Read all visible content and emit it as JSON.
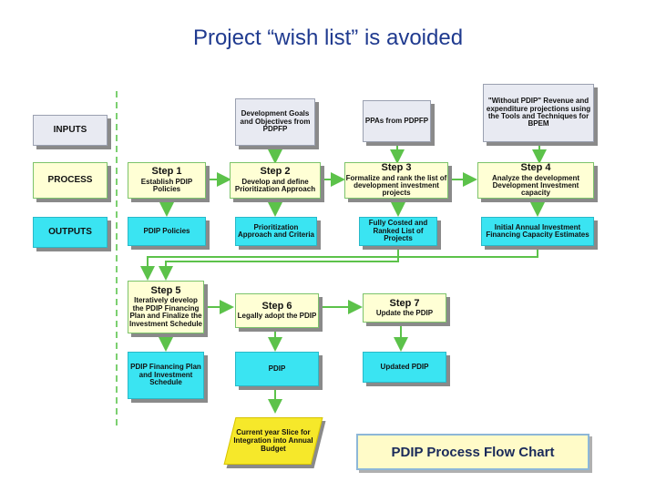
{
  "title": "Project “wish list” is avoided",
  "rows": {
    "inputs": "INPUTS",
    "process": "PROCESS",
    "outputs": "OUTPUTS"
  },
  "inputs": {
    "development_goals": "Development Goals and Objectives from PDPFP",
    "ppas": "PPAs from PDPFP",
    "without_pdip": "\"Without PDIP\" Revenue and expenditure projections using the Tools and Techniques for BPEM"
  },
  "steps": {
    "step1": {
      "title": "Step 1",
      "text": "Establish PDIP Policies"
    },
    "step2": {
      "title": "Step 2",
      "text": "Develop and define Prioritization Approach"
    },
    "step3": {
      "title": "Step 3",
      "text": "Formalize and rank the list of development investment projects"
    },
    "step4": {
      "title": "Step 4",
      "text": "Analyze the development Development Investment capacity"
    },
    "step5": {
      "title": "Step 5",
      "text": "Iteratively develop the PDIP Financing Plan and Finalize the Investment Schedule"
    },
    "step6": {
      "title": "Step 6",
      "text": "Legally adopt the PDIP"
    },
    "step7": {
      "title": "Step 7",
      "text": "Update the PDIP"
    }
  },
  "outputs": {
    "pdip_policies": "PDIP Policies",
    "prioritization": "Prioritization Approach and Criteria",
    "costed": "Fully Costed and Ranked List of Projects",
    "initial_investment": "Initial Annual Investment Financing Capacity Estimates",
    "financing_plan": "PDIP Financing Plan and Investment Schedule",
    "pdip": "PDIP",
    "updated": "Updated PDIP"
  },
  "budget_slice": "Current year Slice for Integration into Annual Budget",
  "legend": "PDIP Process Flow Chart",
  "colors": {
    "title": "#1f3a8f",
    "process_fill": "#ffffd5",
    "process_border": "#7cc36a",
    "input_fill": "#e8eaf2",
    "output_fill": "#3ae4f2",
    "budget_fill": "#f6e82a",
    "arrow": "#5cc24a"
  }
}
